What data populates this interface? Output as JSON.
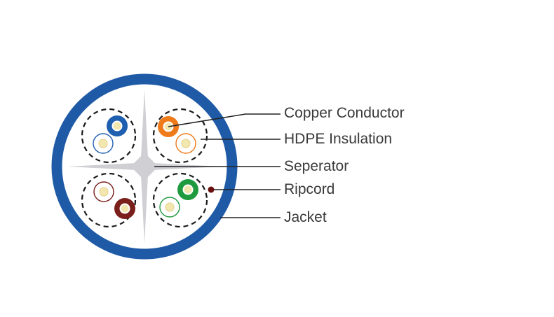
{
  "colors": {
    "jacket": "#1f5aa6",
    "separator": "#cfcfd4",
    "pair_blue": "#1f5fb0",
    "pair_orange": "#ee7a1a",
    "pair_green": "#1f9a3e",
    "pair_brown": "#7a1f1a",
    "conductor_core": "#f3e7b0",
    "leader": "#222222",
    "ripcord": "#6a0f10"
  },
  "pairs": [
    {
      "name": "blue-pair",
      "color_key": "pair_blue"
    },
    {
      "name": "orange-pair",
      "color_key": "pair_orange"
    },
    {
      "name": "brown-pair",
      "color_key": "pair_brown"
    },
    {
      "name": "green-pair",
      "color_key": "pair_green"
    }
  ],
  "callouts": [
    {
      "id": "copper-conductor",
      "label": "Copper Conductor"
    },
    {
      "id": "hdpe-insulation",
      "label": "HDPE Insulation"
    },
    {
      "id": "seperator",
      "label": "Seperator"
    },
    {
      "id": "ripcord",
      "label": "Ripcord"
    },
    {
      "id": "jacket",
      "label": "Jacket"
    }
  ]
}
